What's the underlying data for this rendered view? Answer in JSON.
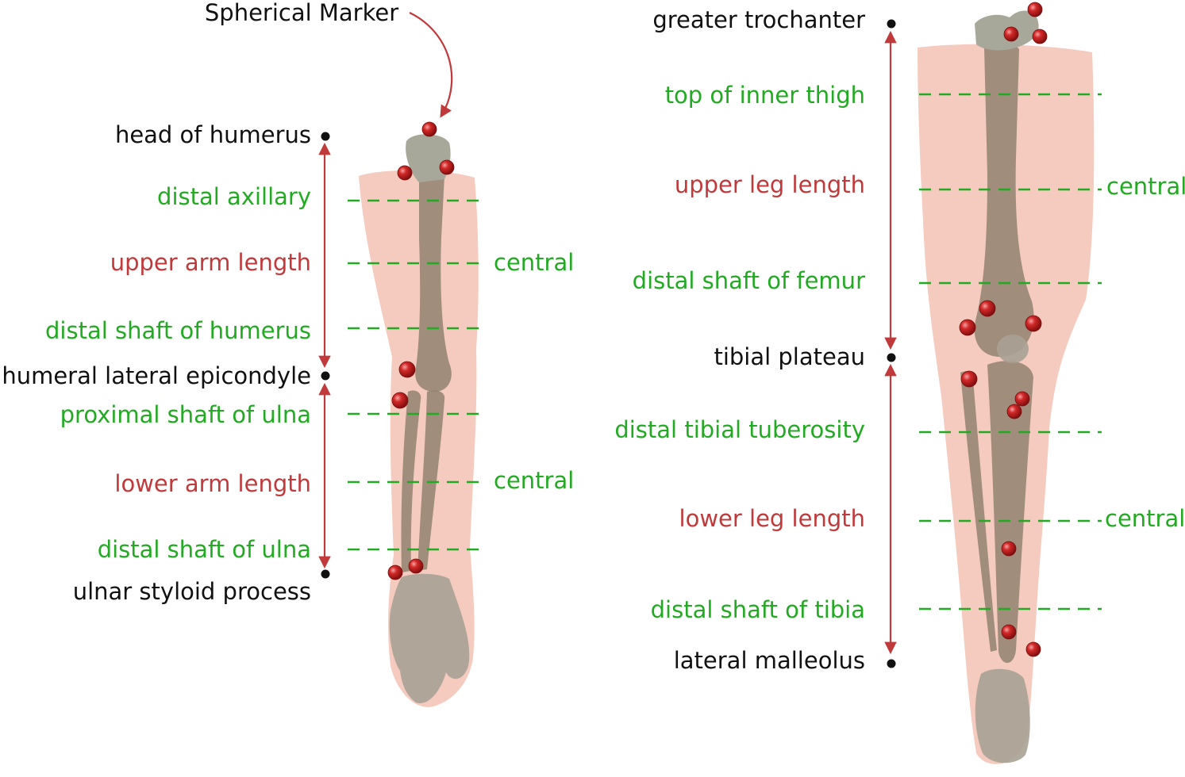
{
  "callout": {
    "label": "Spherical Marker"
  },
  "arm": {
    "landmarks": {
      "head_of_humerus": "head of humerus",
      "humeral_lateral_epicondyle": "humeral lateral epicondyle",
      "ulnar_styloid_process": "ulnar styloid process"
    },
    "lengths": {
      "upper": "upper arm length",
      "lower": "lower arm length"
    },
    "sections": {
      "distal_axillary": "distal axillary",
      "distal_shaft_of_humerus": "distal shaft of humerus",
      "proximal_shaft_of_ulna": "proximal shaft of ulna",
      "distal_shaft_of_ulna": "distal shaft of ulna",
      "central_upper": "central",
      "central_lower": "central"
    }
  },
  "leg": {
    "landmarks": {
      "greater_trochanter": "greater trochanter",
      "tibial_plateau": "tibial plateau",
      "lateral_malleolus": "lateral malleolus"
    },
    "lengths": {
      "upper": "upper leg length",
      "lower": "lower leg length"
    },
    "sections": {
      "top_of_inner_thigh": "top of inner thigh",
      "distal_shaft_of_femur": "distal shaft of femur",
      "distal_tibial_tuberosity": "distal tibial tuberosity",
      "distal_shaft_of_tibia": "distal shaft of tibia",
      "central_upper": "central",
      "central_lower": "central"
    }
  },
  "colors": {
    "landmark": "#111111",
    "section": "#22aa22",
    "length": "#c0393b",
    "marker": "#c41e1e",
    "skin": "#f0b9a8",
    "bone": "#8f7f6e"
  }
}
